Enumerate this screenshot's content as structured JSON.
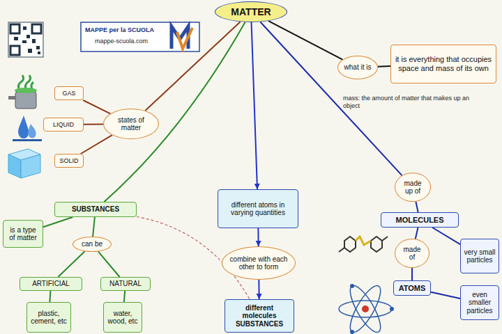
{
  "diagram": {
    "nodes": [
      {
        "text": [
          "MATTER"
        ]
      },
      {
        "text": [
          "what it is"
        ]
      },
      {
        "text": [
          "it is everything that occupies space and mass of its own"
        ]
      },
      {
        "text": [
          "states of matter"
        ]
      },
      {
        "text": [
          "GAS"
        ]
      },
      {
        "text": [
          "LIQUID"
        ]
      },
      {
        "text": [
          "SOLID"
        ]
      },
      {
        "text": [
          "made up of"
        ]
      },
      {
        "text": [
          "MOLECULES"
        ]
      },
      {
        "text": [
          "made of"
        ]
      },
      {
        "text": [
          "ATOMS"
        ]
      },
      {
        "text": [
          "very small particles"
        ]
      },
      {
        "text": [
          "even smaller particles"
        ]
      },
      {
        "text": [
          "different atoms in varying quantities"
        ]
      },
      {
        "text": [
          "combine with each other to form"
        ]
      },
      {
        "text": [
          "different molecules",
          "SUBSTANCES"
        ]
      },
      {
        "text": [
          "SUBSTANCES"
        ]
      },
      {
        "text": [
          "is a type of matter"
        ]
      },
      {
        "text": [
          "can be"
        ]
      },
      {
        "text": [
          "ARTIFICIAL"
        ]
      },
      {
        "text": [
          "NATURAL"
        ]
      },
      {
        "text": [
          "plastic, cement, etc"
        ]
      },
      {
        "text": [
          "water, wood, etc"
        ]
      }
    ],
    "edges": [
      {
        "from": 0,
        "to": 1,
        "arrow": "none"
      },
      {
        "from": 1,
        "to": 2,
        "arrow": "none"
      },
      {
        "from": 0,
        "to": 3,
        "arrow": "none"
      },
      {
        "from": 3,
        "to": 4,
        "arrow": "none"
      },
      {
        "from": 3,
        "to": 5,
        "arrow": "none"
      },
      {
        "from": 3,
        "to": 6,
        "arrow": "none"
      },
      {
        "from": 0,
        "to": 16,
        "arrow": "none"
      },
      {
        "from": 0,
        "to": 13,
        "arrow": "to"
      },
      {
        "from": 13,
        "to": 14,
        "arrow": "to"
      },
      {
        "from": 14,
        "to": 15,
        "arrow": "to"
      },
      {
        "from": 0,
        "to": 7,
        "arrow": "none"
      },
      {
        "from": 7,
        "to": 8,
        "arrow": "none"
      },
      {
        "from": 8,
        "to": 9,
        "arrow": "none"
      },
      {
        "from": 9,
        "to": 10,
        "arrow": "none"
      },
      {
        "from": 8,
        "to": 11,
        "arrow": "none"
      },
      {
        "from": 10,
        "to": 12,
        "arrow": "none"
      },
      {
        "from": 16,
        "to": 17,
        "arrow": "none"
      },
      {
        "from": 16,
        "to": 18,
        "arrow": "none"
      },
      {
        "from": 18,
        "to": 19,
        "arrow": "none"
      },
      {
        "from": 18,
        "to": 20,
        "arrow": "none"
      },
      {
        "from": 19,
        "to": 21,
        "arrow": "none"
      },
      {
        "from": 20,
        "to": 22,
        "arrow": "none"
      },
      {
        "from": 16,
        "to": 15,
        "arrow": "none"
      }
    ],
    "labels": [
      "mass: the amount of matter that makes up an object",
      "MAPPE per la SCUOLA",
      "mappe-scuola.com"
    ]
  }
}
